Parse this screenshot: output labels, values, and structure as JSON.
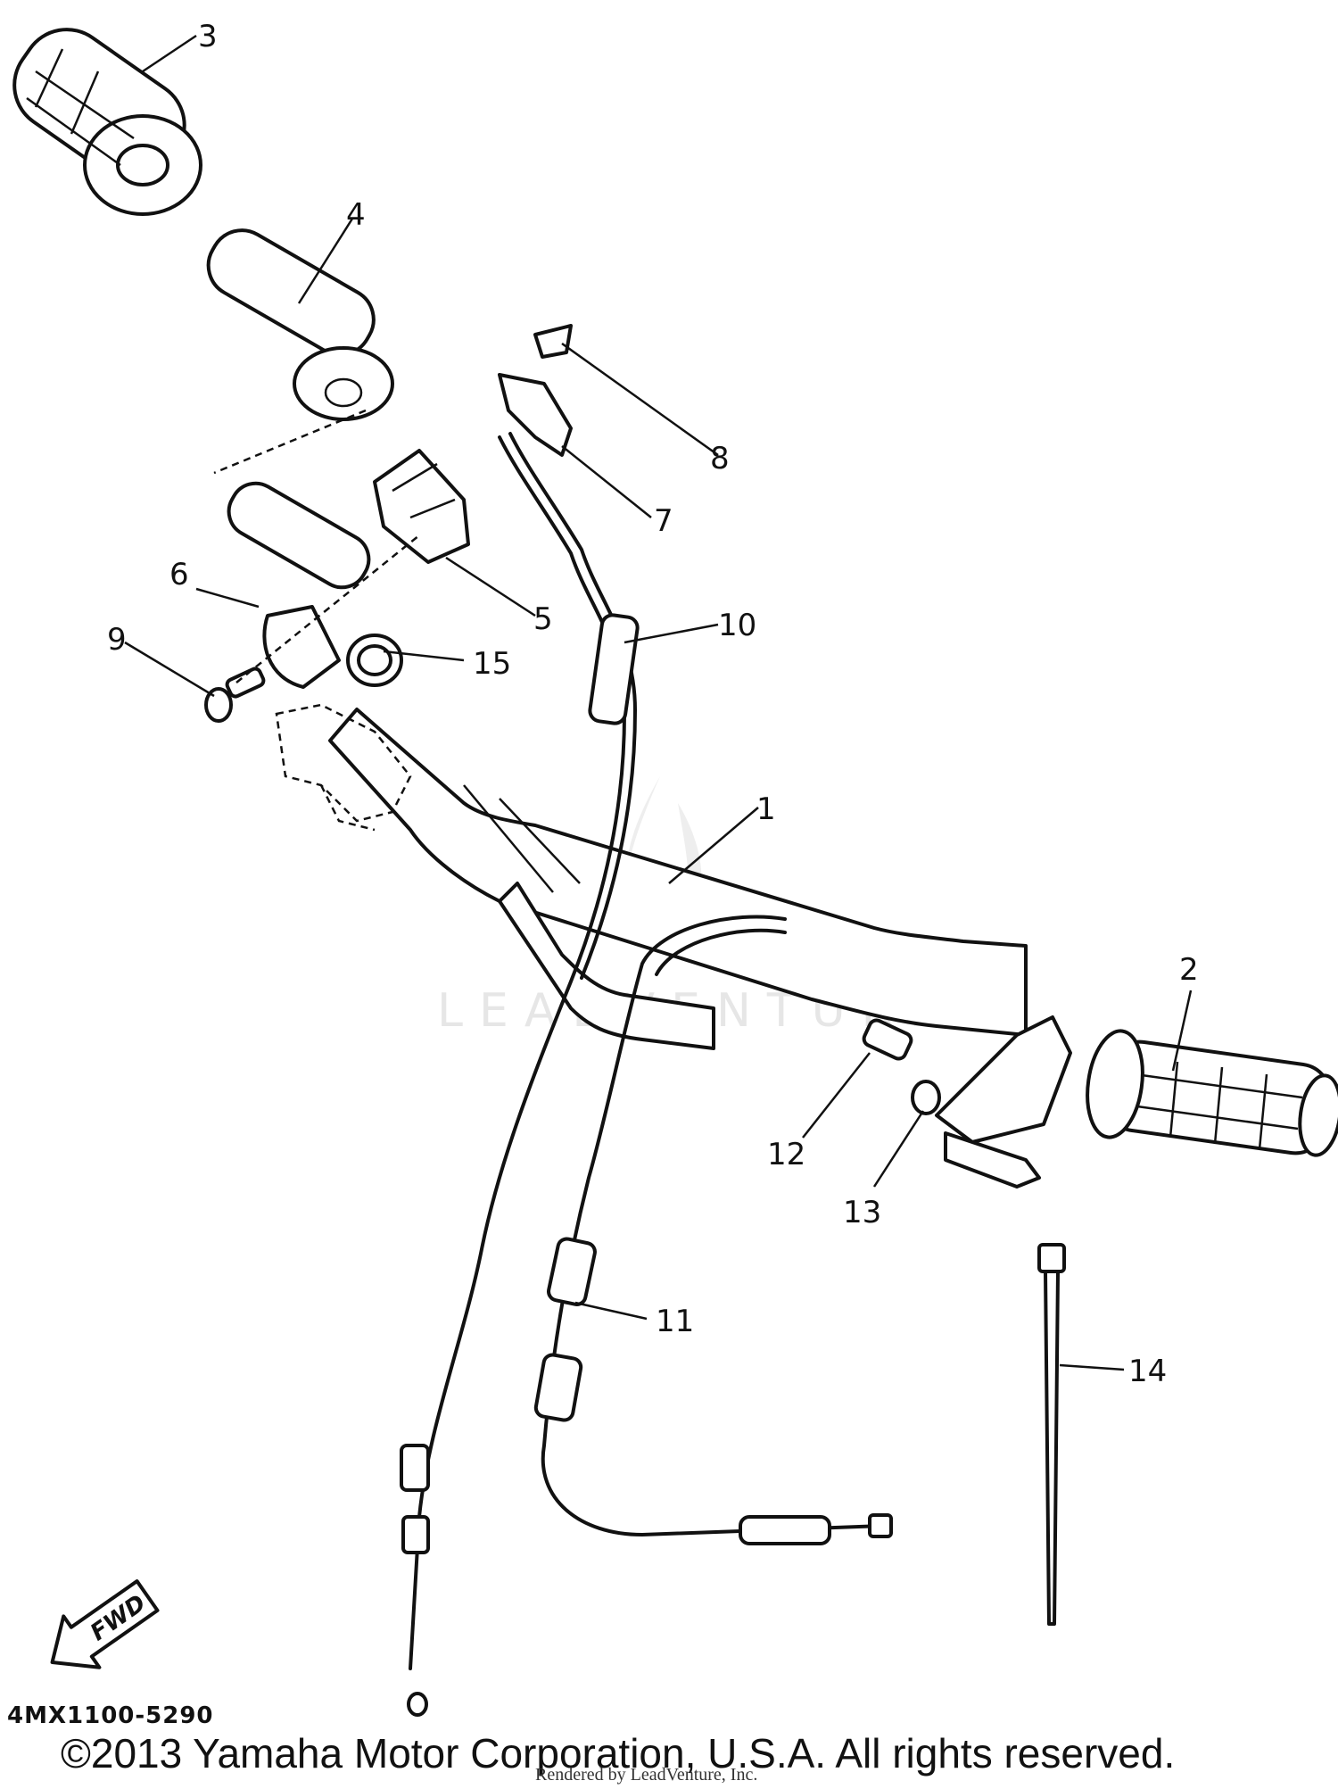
{
  "callouts": [
    "1",
    "2",
    "3",
    "4",
    "5",
    "6",
    "7",
    "8",
    "9",
    "10",
    "11",
    "12",
    "13",
    "14",
    "15"
  ],
  "fwd_label": "FWD",
  "diagram_code": "4MX1100-5290",
  "copyright": "©2013 Yamaha Motor Corporation, U.S.A. All rights reserved.",
  "rendered_by": "Rendered by LeadVenture, Inc.",
  "watermark": "LEADVENTURE"
}
